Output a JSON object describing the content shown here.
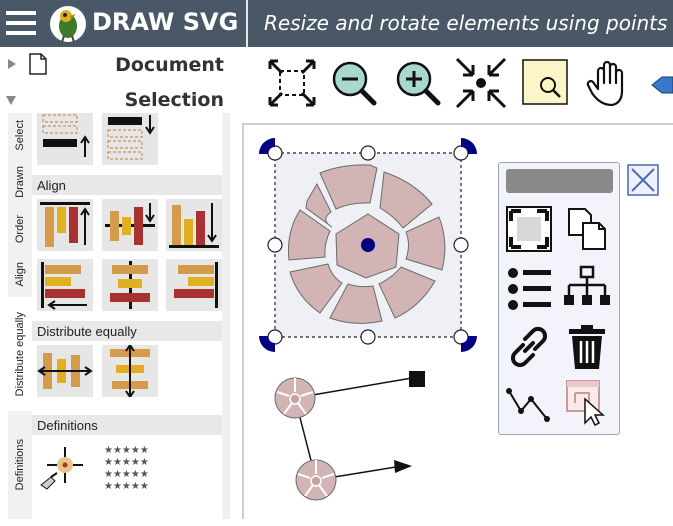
{
  "header": {
    "app_title": "DRAW SVG",
    "subtitle": "Resize and rotate elements using points fo"
  },
  "tree": {
    "document_label": "Document",
    "selection_label": "Selection"
  },
  "tabs": [
    "Select",
    "Drawn",
    "Order",
    "Align",
    "Distribute equally",
    "Definitions"
  ],
  "sections": {
    "align": "Align",
    "distribute": "Distribute equally",
    "definitions": "Definitions"
  },
  "toolbar": {
    "icons": [
      "fit-to-window-icon",
      "zoom-out-icon",
      "zoom-in-icon",
      "shrink-icon",
      "zoom-rectangle-icon",
      "pan-hand-icon"
    ]
  },
  "context_menu": {
    "icons": [
      "select-all-icon",
      "duplicate-icon",
      "list-icon",
      "hierarchy-icon",
      "link-icon",
      "delete-icon",
      "path-icon",
      "open-window-icon"
    ]
  },
  "colors": {
    "header_bg": "#4a5766",
    "shape_fill": "#d2b4b4",
    "shape_stroke": "#6b6b6b",
    "handle_rotate": "#000080",
    "align_orange": "#d39b4a",
    "align_red": "#a83232",
    "align_yellow": "#e0b020"
  }
}
